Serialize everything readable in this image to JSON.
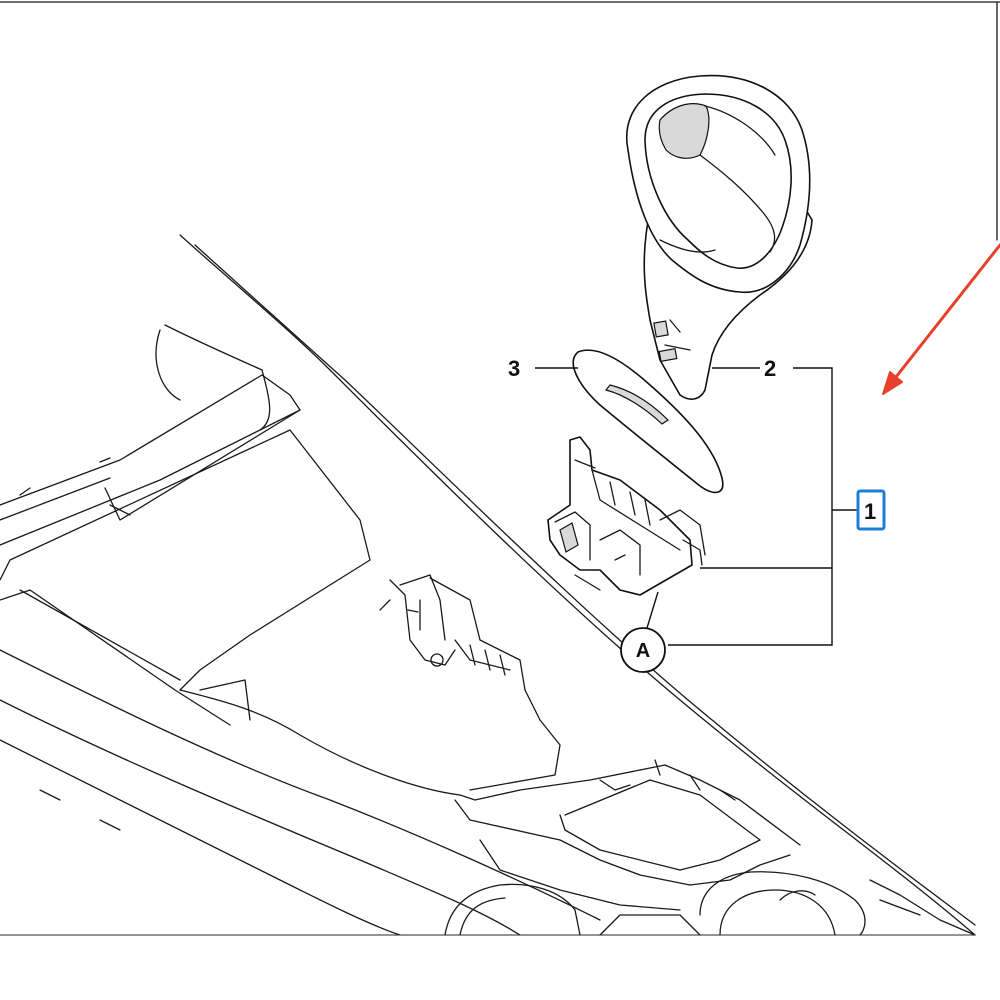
{
  "callouts": {
    "part_1": "1",
    "part_2": "2",
    "part_3": "3",
    "part_a": "A"
  },
  "colors": {
    "highlight": "#1c7fd6",
    "arrow": "#e8402a",
    "line": "#111111"
  }
}
